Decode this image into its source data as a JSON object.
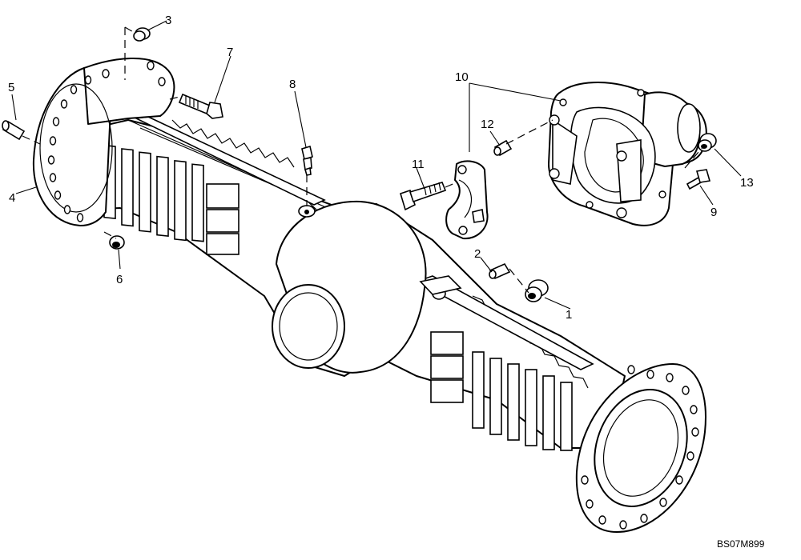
{
  "diagram": {
    "reference_code": "BS07M899",
    "callouts": [
      {
        "id": "1",
        "label": "1"
      },
      {
        "id": "2",
        "label": "2"
      },
      {
        "id": "3",
        "label": "3"
      },
      {
        "id": "4",
        "label": "4"
      },
      {
        "id": "5",
        "label": "5"
      },
      {
        "id": "6",
        "label": "6"
      },
      {
        "id": "7",
        "label": "7"
      },
      {
        "id": "8",
        "label": "8"
      },
      {
        "id": "9",
        "label": "9"
      },
      {
        "id": "10",
        "label": "10"
      },
      {
        "id": "11",
        "label": "11"
      },
      {
        "id": "12",
        "label": "12"
      },
      {
        "id": "13",
        "label": "13"
      }
    ]
  }
}
